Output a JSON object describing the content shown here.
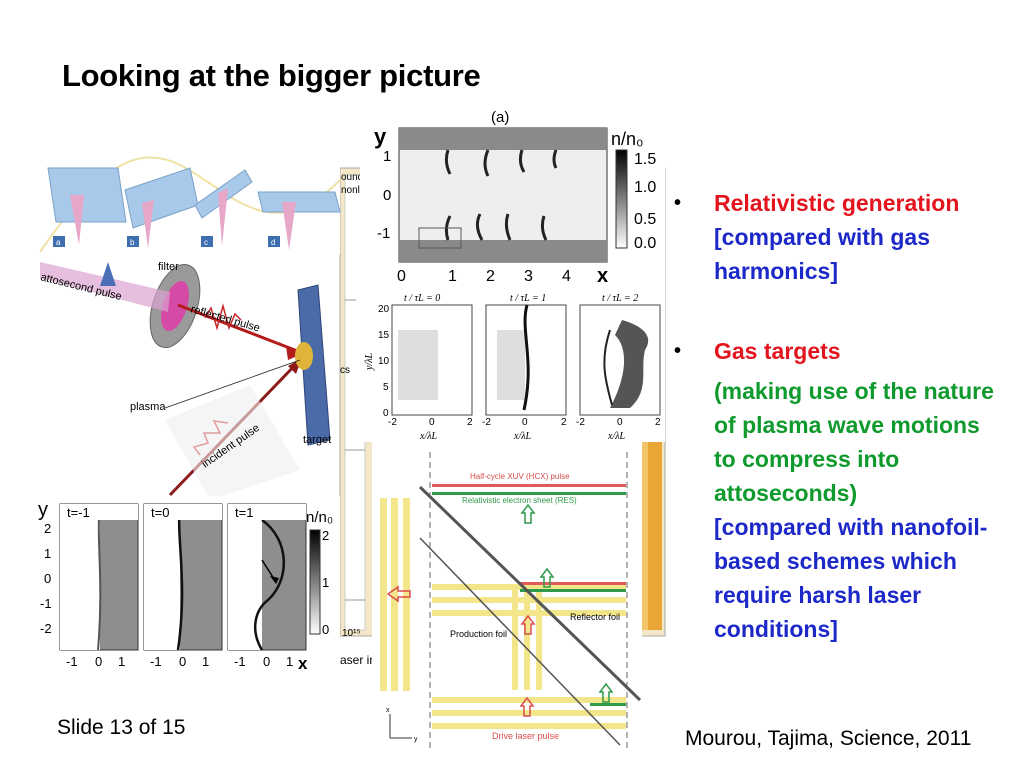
{
  "slide": {
    "title": "Looking at the bigger picture",
    "slide_number": "Slide 13 of 15",
    "citation": "Mourou, Tajima, Science, 2011"
  },
  "bullets": [
    {
      "marker": "•",
      "lead": "Relativistic generation",
      "detail": "[compared with gas harmonics]"
    },
    {
      "marker": "•",
      "lead": "Gas targets",
      "detail": "(making use of the nature of plasma wave motions to compress into attoseconds)",
      "comparison": "[compared with nanofoil-based schemes which require harsh laser conditions]"
    }
  ],
  "colors": {
    "lead_text": "#e3141d",
    "detail_blue": "#1d28c9",
    "detail_green": "#0e9a2c"
  },
  "figures": {
    "back_chart": {
      "fragment_top": "ound e",
      "fragment_top2": "nonlin",
      "fragment_mid": "cs",
      "tick": "10¹⁵",
      "xlabel": "aser int"
    },
    "setup": {
      "panels": [
        "a",
        "b",
        "c",
        "d"
      ],
      "labels": {
        "filter": "filter",
        "attosecond": "attosecond pulse",
        "reflected": "reflected pulse",
        "plasma": "plasma",
        "incident": "incident pulse",
        "target": "target"
      }
    },
    "sim_a": {
      "label": "(a)",
      "yaxis": "y",
      "xaxis": "x",
      "yticks": [
        "1",
        "0",
        "-1"
      ],
      "xticks": [
        "0",
        "1",
        "2",
        "3",
        "4"
      ],
      "cbar_title": "n/n₀",
      "cbar_ticks": [
        "1.5",
        "1.0",
        "0.5",
        "0.0"
      ]
    },
    "sim_time": {
      "titles": [
        "t / τL = 0",
        "t / τL = 1",
        "t / τL = 2"
      ],
      "ylabel": "y/λL",
      "yticks": [
        "20",
        "15",
        "10",
        "5",
        "0"
      ],
      "xlabel": "x/λL",
      "xticks": [
        "-2",
        "0",
        "2"
      ]
    },
    "sim_bottom": {
      "ylabel": "y",
      "xlabel": "x",
      "panels": [
        "t=-1",
        "t=0",
        "t=1"
      ],
      "yticks": [
        "2",
        "1",
        "0",
        "-1",
        "-2"
      ],
      "xticks": [
        "-1",
        "0",
        "1"
      ],
      "cbar_title": "n/n₀",
      "cbar_ticks": [
        "2",
        "1",
        "0"
      ]
    },
    "schematic": {
      "hcx": "Half-cycle XUV (HCX) pulse",
      "res": "Relativistic electron sheet (RES)",
      "reflector": "Reflector foil",
      "production": "Production foil",
      "drive": "Drive laser pulse",
      "axis_x": "x",
      "axis_y": "y"
    }
  }
}
